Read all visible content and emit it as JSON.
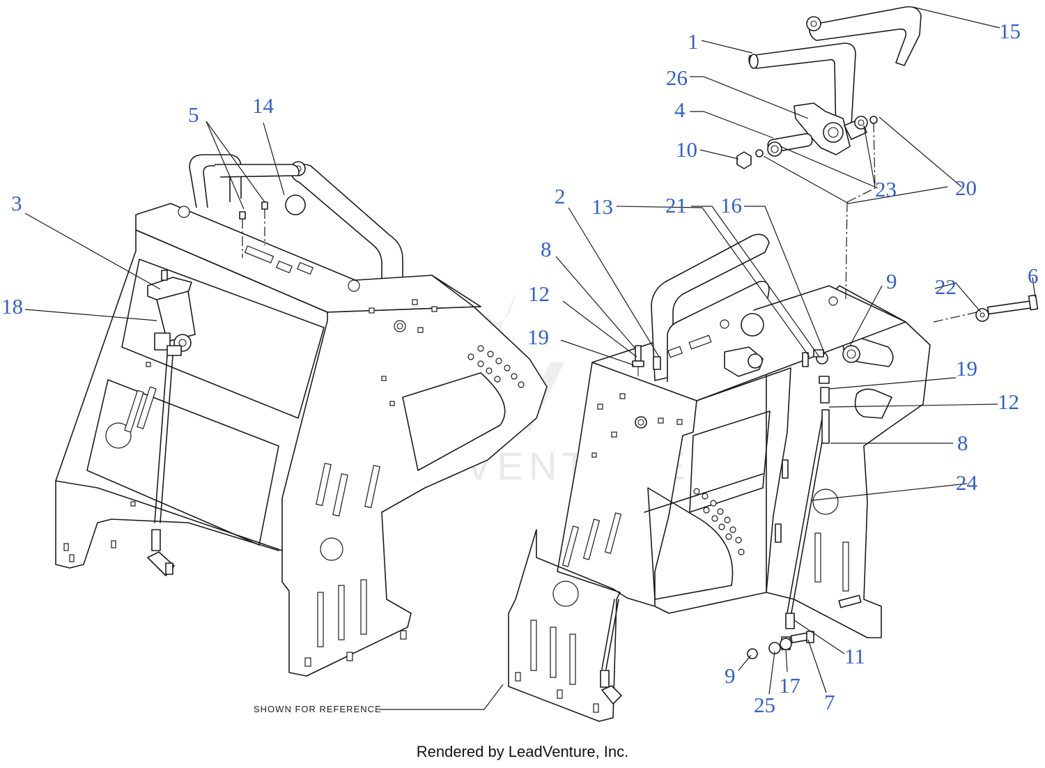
{
  "diagram": {
    "reference_note": "SHOWN FOR REFERENCE",
    "watermark": "LEADVENTURE",
    "callouts": [
      "1",
      "2",
      "3",
      "4",
      "5",
      "6",
      "7",
      "8",
      "8",
      "9",
      "9",
      "10",
      "11",
      "12",
      "12",
      "13",
      "14",
      "15",
      "16",
      "17",
      "18",
      "19",
      "19",
      "20",
      "21",
      "22",
      "23",
      "24",
      "25",
      "26"
    ]
  },
  "footer": {
    "text": "Rendered by LeadVenture, Inc."
  },
  "colors": {
    "callout": "#2f5fd1",
    "linework": "#1a1a1a",
    "background": "#ffffff"
  }
}
